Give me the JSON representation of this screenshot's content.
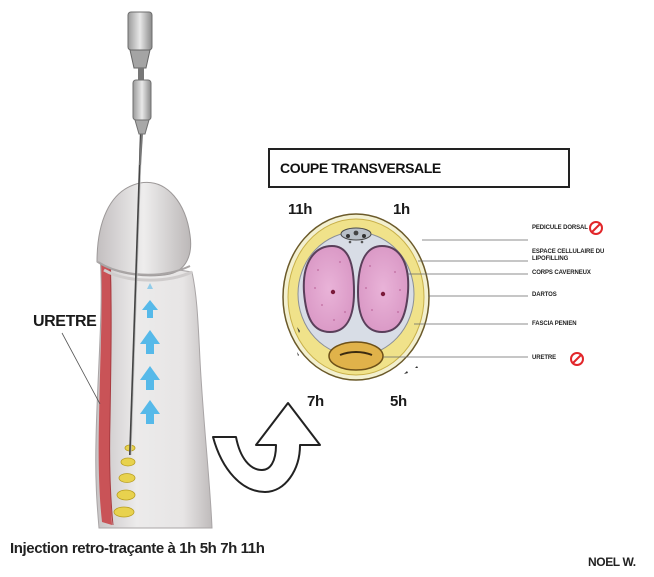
{
  "left_panel": {
    "uretre_label": "URETRE",
    "caption": "Injection retro-traçante à 1h 5h 7h 11h"
  },
  "right_panel": {
    "title": "COUPE TRANSVERSALE",
    "clock_positions": [
      "11h",
      "1h",
      "7h",
      "5h"
    ],
    "labels": [
      {
        "text": "PEDICULE DORSAL",
        "no_sign": true
      },
      {
        "text": "ESPACE CELLULAIRE DU LIPOFILLING",
        "no_sign": false
      },
      {
        "text": "CORPS CAVERNEUX",
        "no_sign": false
      },
      {
        "text": "DARTOS",
        "no_sign": false
      },
      {
        "text": "FASCIA PENIEN",
        "no_sign": false
      },
      {
        "text": "URETRE",
        "no_sign": true
      }
    ]
  },
  "author": "NOEL W.",
  "icons": [
    "syringe-icon",
    "prohibited-icon",
    "curved-arrow-icon",
    "upward-arrow-icon"
  ],
  "colors": {
    "skin": "#e4e2e2",
    "urethra": "#c95357",
    "cavernous": "#e2a6cf",
    "fat": "#f0e28a",
    "spongiosum": "#e0b24a",
    "injection_arrows": "#56b9e9",
    "deposit": "#e8d24e",
    "prohibited": "#e2262a"
  }
}
